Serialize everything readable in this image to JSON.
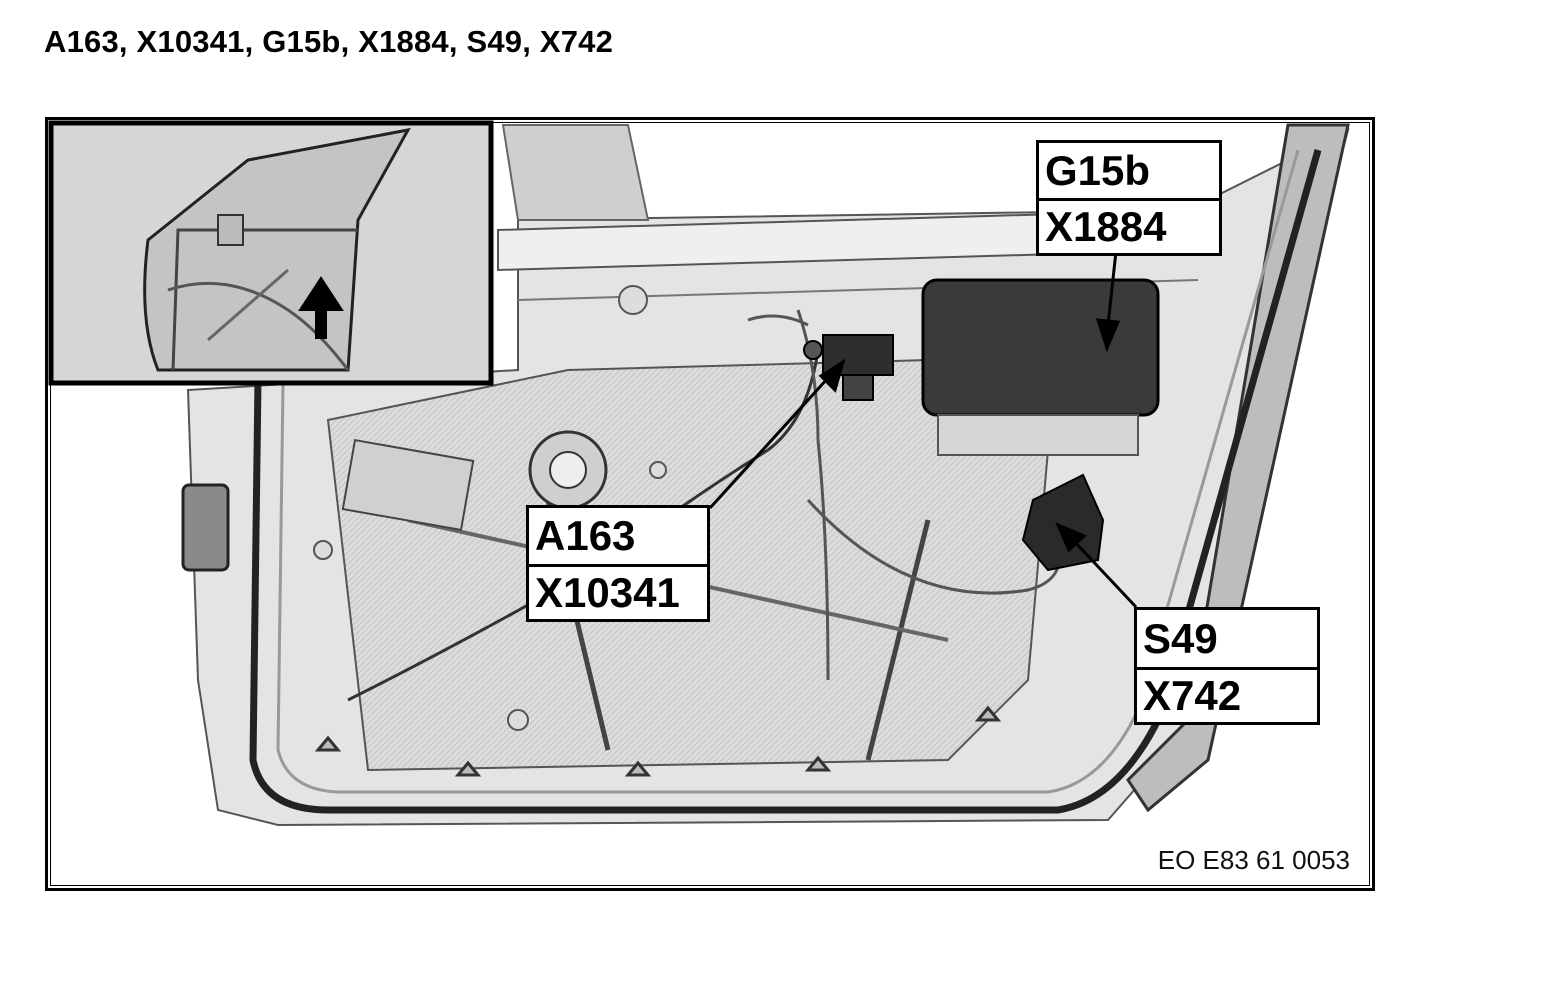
{
  "title": "A163, X10341, G15b, X1884, S49, X742",
  "figure_code": "EO E83 61 0053",
  "callouts": {
    "g15b": {
      "top": "G15b",
      "bottom": "X1884"
    },
    "a163": {
      "top": "A163",
      "bottom": "X10341"
    },
    "s49": {
      "top": "S49",
      "bottom": "X742"
    }
  },
  "inset": {
    "icon": "up-arrow-icon"
  },
  "colors": {
    "ink": "#000000",
    "panel": "#d9d9d9",
    "module": "#3a3a3a"
  }
}
